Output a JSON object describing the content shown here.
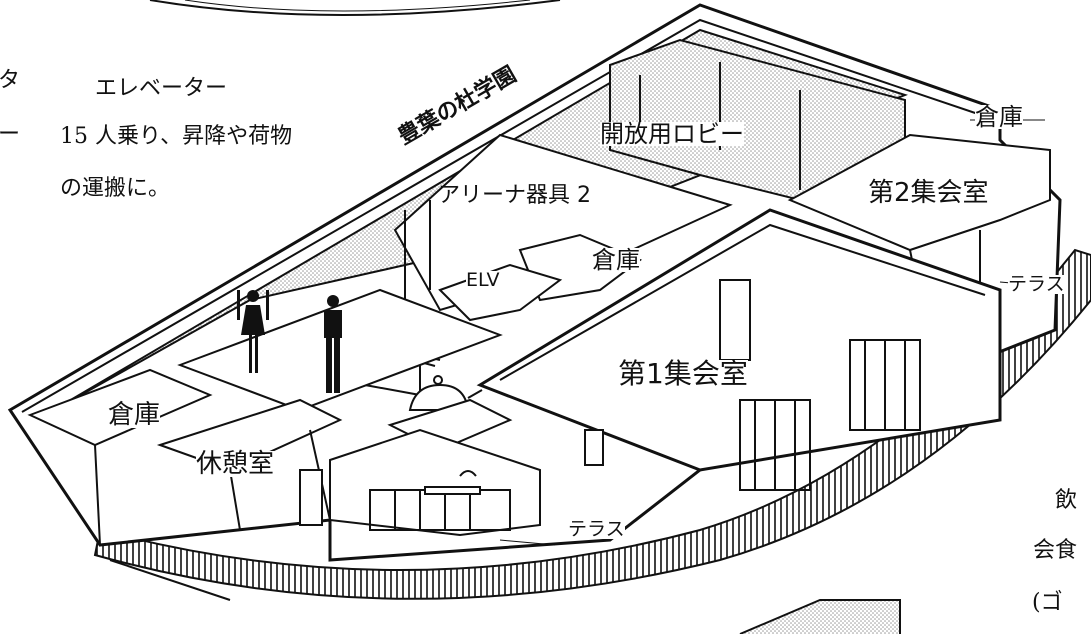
{
  "labels": {
    "elevator_title": "エレベーター",
    "elevator_desc_1": "15 人乗り、昇降や荷物",
    "elevator_desc_2": "の運搬に。",
    "school_name": "豊葉の杜学園",
    "open_lobby": "開放用ロビー",
    "storage_top_right": "倉庫",
    "meeting_room_2": "第2集会室",
    "arena_equipment": "アリーナ器具 2",
    "storage_center": "倉庫",
    "elv": "ELV",
    "terrace_right": "テラス",
    "meeting_room_1": "第1集会室",
    "storage_left": "倉庫",
    "rest_room": "休憩室",
    "terrace_bottom": "テラス"
  },
  "edge_text": {
    "left_1": "タ",
    "left_2": "ー",
    "right_1": "飲",
    "right_2": "会食",
    "right_3": "(ゴ"
  },
  "colors": {
    "ink": "#111111",
    "hatch": "#cfcfcf",
    "paper": "#ffffff"
  }
}
